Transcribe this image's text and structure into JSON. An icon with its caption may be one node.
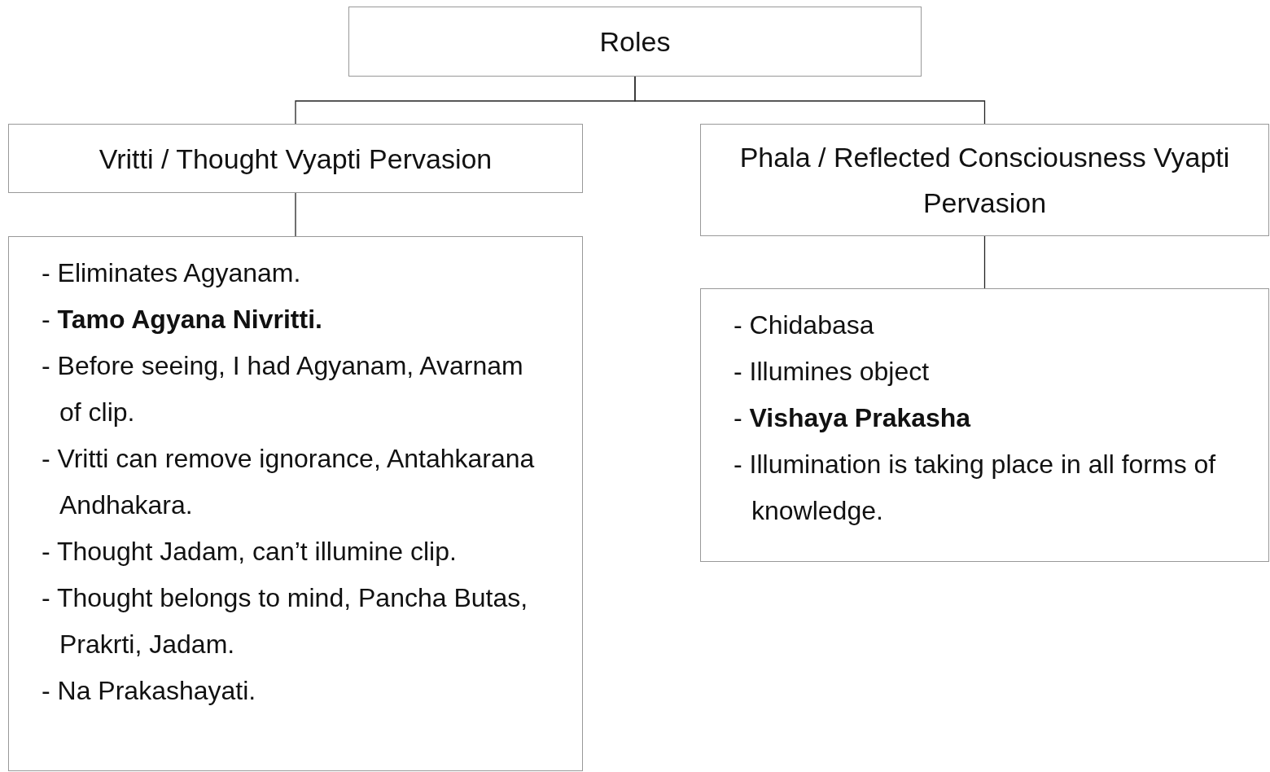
{
  "diagram": {
    "nodes": [
      {
        "text": [
          "Roles"
        ]
      },
      {
        "text": [
          "Vritti / Thought Vyapti Pervasion"
        ]
      },
      {
        "text": [
          "Phala / Reflected Consciousness Vyapti Pervasion"
        ]
      },
      {
        "text": [
          "- Eliminates Agyanam.",
          "- **Tamo Agyana Nivritti.**",
          "- Before seeing, I had Agyanam, Avarnam of clip.",
          "- Vritti can remove ignorance, Antahkarana Andhakara.",
          "- Thought Jadam, can’t illumine clip.",
          "- Thought belongs to mind, Pancha Butas, Prakrti, Jadam.",
          "- Na Prakashayati."
        ]
      },
      {
        "text": [
          "- Chidabasa",
          "- Illumines object",
          "- **Vishaya Prakasha**",
          "- Illumination is taking place in all forms of knowledge."
        ]
      }
    ],
    "edges": [
      {
        "from": 0,
        "to": 1,
        "arrow": "none"
      },
      {
        "from": 0,
        "to": 2,
        "arrow": "none"
      },
      {
        "from": 1,
        "to": 3,
        "arrow": "none"
      },
      {
        "from": 2,
        "to": 4,
        "arrow": "none"
      }
    ]
  }
}
